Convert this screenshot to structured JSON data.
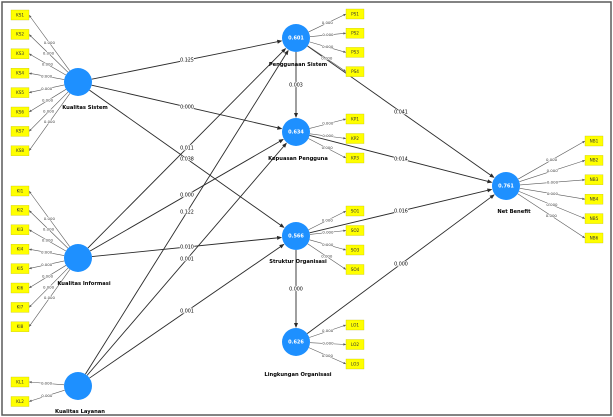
{
  "colors": {
    "construct": "#1e90ff",
    "indicator": "#ffff00",
    "edge": "#2b2b2b"
  },
  "constructs": [
    {
      "id": "KS",
      "label": "Kualitas Sistem",
      "value": ""
    },
    {
      "id": "KI",
      "label": "Kualitas Informasi",
      "value": ""
    },
    {
      "id": "KL",
      "label": "Kualitas Layanan",
      "value": ""
    },
    {
      "id": "PS",
      "label": "Penggunaan Sistem",
      "value": "0.601"
    },
    {
      "id": "KP",
      "label": "Kepuasan Pengguna",
      "value": "0.634"
    },
    {
      "id": "SO",
      "label": "Struktur Organisasi",
      "value": "0.566"
    },
    {
      "id": "LO",
      "label": "Lingkungan Organisasi",
      "value": "0.626"
    },
    {
      "id": "NB",
      "label": "Net Benefit",
      "value": "0.761"
    }
  ],
  "paths": [
    {
      "from": "KS",
      "to": "PS",
      "value": "0.125"
    },
    {
      "from": "KS",
      "to": "KP",
      "value": "0.000"
    },
    {
      "from": "KS",
      "to": "SO",
      "value": "0.038"
    },
    {
      "from": "KI",
      "to": "PS",
      "value": "0.011"
    },
    {
      "from": "KI",
      "to": "KP",
      "value": "0.000"
    },
    {
      "from": "KI",
      "to": "SO",
      "value": "0.010"
    },
    {
      "from": "KL",
      "to": "PS",
      "value": "0.122"
    },
    {
      "from": "KL",
      "to": "KP",
      "value": "0.001"
    },
    {
      "from": "KL",
      "to": "SO",
      "value": "0.001"
    },
    {
      "from": "PS",
      "to": "KP",
      "value": "0.003"
    },
    {
      "from": "PS",
      "to": "NB",
      "value": "0.041"
    },
    {
      "from": "KP",
      "to": "NB",
      "value": "0.014"
    },
    {
      "from": "SO",
      "to": "NB",
      "value": "0.016"
    },
    {
      "from": "SO",
      "to": "LO",
      "value": "0.000"
    },
    {
      "from": "LO",
      "to": "NB",
      "value": "0.000"
    }
  ],
  "indicator_groups": [
    {
      "construct": "KS",
      "side": "left",
      "items": [
        "KS1",
        "KS2",
        "KS3",
        "KS4",
        "KS5",
        "KS6",
        "KS7",
        "KS8"
      ],
      "values": [
        "0.000",
        "0.000",
        "0.000",
        "0.000",
        "0.000",
        "0.000",
        "0.000",
        "0.000"
      ]
    },
    {
      "construct": "KI",
      "side": "left",
      "items": [
        "KI1",
        "KI2",
        "KI3",
        "KI4",
        "KI5",
        "KI6",
        "KI7",
        "KI8"
      ],
      "values": [
        "0.000",
        "0.000",
        "0.000",
        "0.000",
        "0.000",
        "0.000",
        "0.000",
        "0.000"
      ]
    },
    {
      "construct": "KL",
      "side": "left",
      "items": [
        "KL1",
        "KL2"
      ],
      "values": [
        "0.000",
        "0.000"
      ]
    },
    {
      "construct": "PS",
      "side": "right",
      "items": [
        "PS1",
        "PS2",
        "PS3",
        "PS4"
      ],
      "values": [
        "0.000",
        "0.000",
        "0.000",
        "0.000"
      ]
    },
    {
      "construct": "KP",
      "side": "right",
      "items": [
        "KP1",
        "KP2",
        "KP3"
      ],
      "values": [
        "0.000",
        "0.000",
        "0.000"
      ]
    },
    {
      "construct": "SO",
      "side": "right",
      "items": [
        "SO1",
        "SO2",
        "SO3",
        "SO4"
      ],
      "values": [
        "0.000",
        "0.000",
        "0.000",
        "0.000"
      ]
    },
    {
      "construct": "LO",
      "side": "right",
      "items": [
        "LO1",
        "LO2",
        "LO3"
      ],
      "values": [
        "0.000",
        "0.000",
        "0.000"
      ]
    },
    {
      "construct": "NB",
      "side": "right",
      "items": [
        "NB1",
        "NB2",
        "NB3",
        "NB4",
        "NB5",
        "NB6"
      ],
      "values": [
        "0.000",
        "0.000",
        "0.000",
        "0.000",
        "0.000",
        "0.000"
      ]
    }
  ]
}
